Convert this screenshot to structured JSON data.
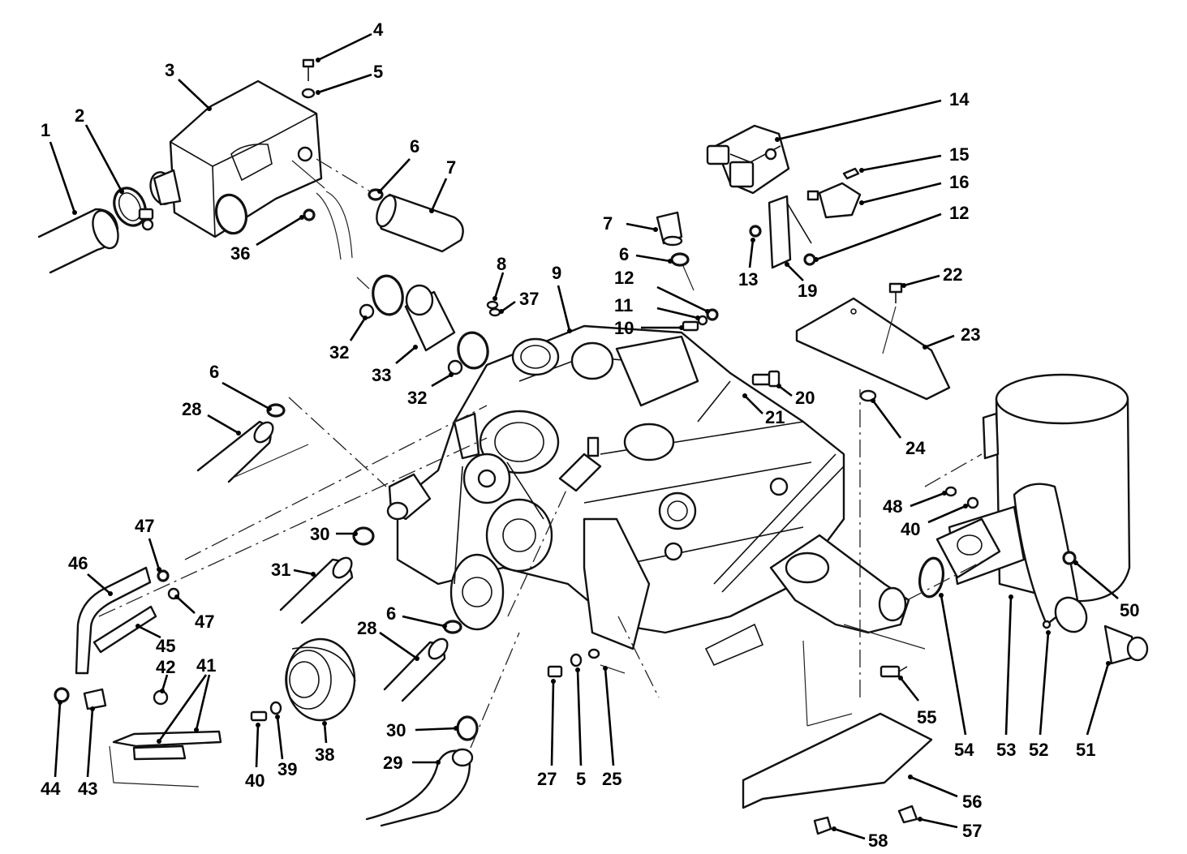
{
  "callouts": [
    {
      "id": "c1",
      "label": "1"
    },
    {
      "id": "c2",
      "label": "2"
    },
    {
      "id": "c3",
      "label": "3"
    },
    {
      "id": "c4",
      "label": "4"
    },
    {
      "id": "c5a",
      "label": "5"
    },
    {
      "id": "c6a",
      "label": "6"
    },
    {
      "id": "c7a",
      "label": "7"
    },
    {
      "id": "c36",
      "label": "36"
    },
    {
      "id": "c7b",
      "label": "7"
    },
    {
      "id": "c6b",
      "label": "6"
    },
    {
      "id": "c8",
      "label": "8"
    },
    {
      "id": "c37",
      "label": "37"
    },
    {
      "id": "c9",
      "label": "9"
    },
    {
      "id": "c12a",
      "label": "12"
    },
    {
      "id": "c11",
      "label": "11"
    },
    {
      "id": "c10",
      "label": "10"
    },
    {
      "id": "c14",
      "label": "14"
    },
    {
      "id": "c15",
      "label": "15"
    },
    {
      "id": "c16",
      "label": "16"
    },
    {
      "id": "c12b",
      "label": "12"
    },
    {
      "id": "c13",
      "label": "13"
    },
    {
      "id": "c19",
      "label": "19"
    },
    {
      "id": "c22",
      "label": "22"
    },
    {
      "id": "c23",
      "label": "23"
    },
    {
      "id": "c20",
      "label": "20"
    },
    {
      "id": "c21",
      "label": "21"
    },
    {
      "id": "c24",
      "label": "24"
    },
    {
      "id": "c32a",
      "label": "32"
    },
    {
      "id": "c33",
      "label": "33"
    },
    {
      "id": "c32b",
      "label": "32"
    },
    {
      "id": "c6c",
      "label": "6"
    },
    {
      "id": "c28a",
      "label": "28"
    },
    {
      "id": "c30a",
      "label": "30"
    },
    {
      "id": "c31",
      "label": "31"
    },
    {
      "id": "c47a",
      "label": "47"
    },
    {
      "id": "c46",
      "label": "46"
    },
    {
      "id": "c47b",
      "label": "47"
    },
    {
      "id": "c45",
      "label": "45"
    },
    {
      "id": "c42",
      "label": "42"
    },
    {
      "id": "c41",
      "label": "41"
    },
    {
      "id": "c44",
      "label": "44"
    },
    {
      "id": "c43",
      "label": "43"
    },
    {
      "id": "c28b",
      "label": "28"
    },
    {
      "id": "c6d",
      "label": "6"
    },
    {
      "id": "c40a",
      "label": "40"
    },
    {
      "id": "c39",
      "label": "39"
    },
    {
      "id": "c38",
      "label": "38"
    },
    {
      "id": "c30b",
      "label": "30"
    },
    {
      "id": "c29",
      "label": "29"
    },
    {
      "id": "c27",
      "label": "27"
    },
    {
      "id": "c5b",
      "label": "5"
    },
    {
      "id": "c25",
      "label": "25"
    },
    {
      "id": "c48",
      "label": "48"
    },
    {
      "id": "c40b",
      "label": "40"
    },
    {
      "id": "c50",
      "label": "50"
    },
    {
      "id": "c55",
      "label": "55"
    },
    {
      "id": "c54",
      "label": "54"
    },
    {
      "id": "c53",
      "label": "53"
    },
    {
      "id": "c52",
      "label": "52"
    },
    {
      "id": "c51",
      "label": "51"
    },
    {
      "id": "c56",
      "label": "56"
    },
    {
      "id": "c57",
      "label": "57"
    },
    {
      "id": "c58",
      "label": "58"
    }
  ]
}
